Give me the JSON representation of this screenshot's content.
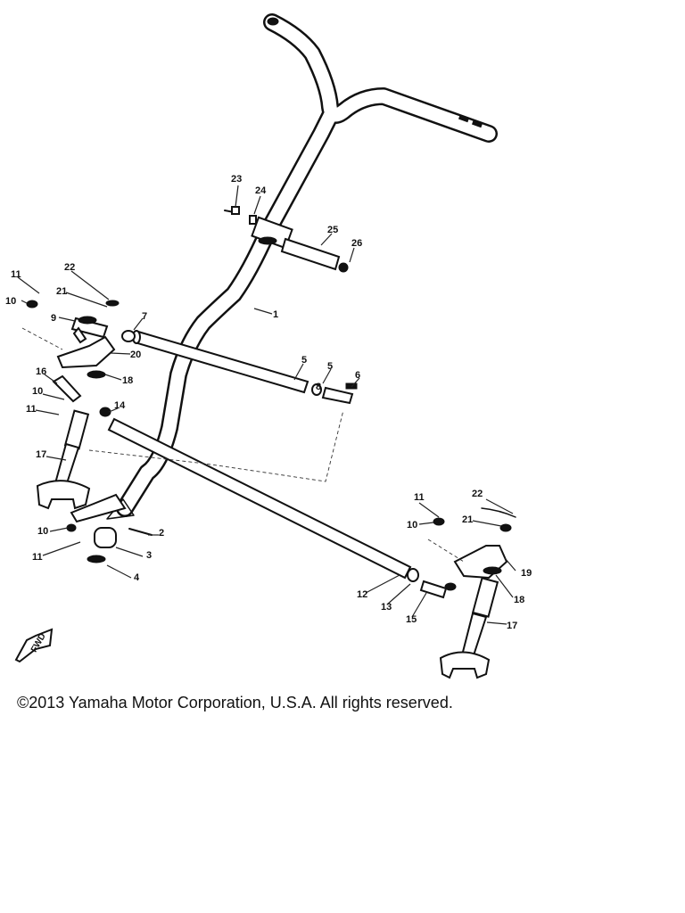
{
  "copyright": "©2013 Yamaha Motor Corporation, U.S.A. All rights reserved.",
  "fwd_label": "FWD",
  "callouts": [
    "1",
    "2",
    "3",
    "4",
    "5",
    "5",
    "6",
    "7",
    "8",
    "9",
    "10",
    "10",
    "10",
    "10",
    "11",
    "11",
    "11",
    "11",
    "12",
    "13",
    "14",
    "15",
    "16",
    "17",
    "17",
    "18",
    "18",
    "19",
    "20",
    "21",
    "21",
    "22",
    "22",
    "23",
    "24",
    "25",
    "26"
  ]
}
